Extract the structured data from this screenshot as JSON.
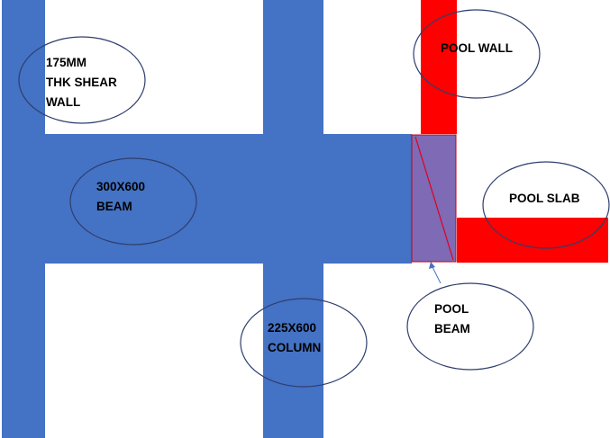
{
  "labels": {
    "shear_wall": [
      "175MM",
      "THK SHEAR",
      "WALL"
    ],
    "beam": [
      "300X600",
      "BEAM"
    ],
    "column": [
      "225X600",
      "COLUMN"
    ],
    "pool_wall": [
      "POOL WALL"
    ],
    "pool_slab": [
      "POOL SLAB"
    ],
    "pool_beam": [
      "POOL",
      "BEAM"
    ]
  },
  "colors": {
    "concrete_blue": "#4472C4",
    "pool_red": "#FF0000",
    "pool_beam_fill": "#7F6AB5",
    "outline": "#2F4F8F",
    "callout_ellipse": "#2F3E6E"
  }
}
